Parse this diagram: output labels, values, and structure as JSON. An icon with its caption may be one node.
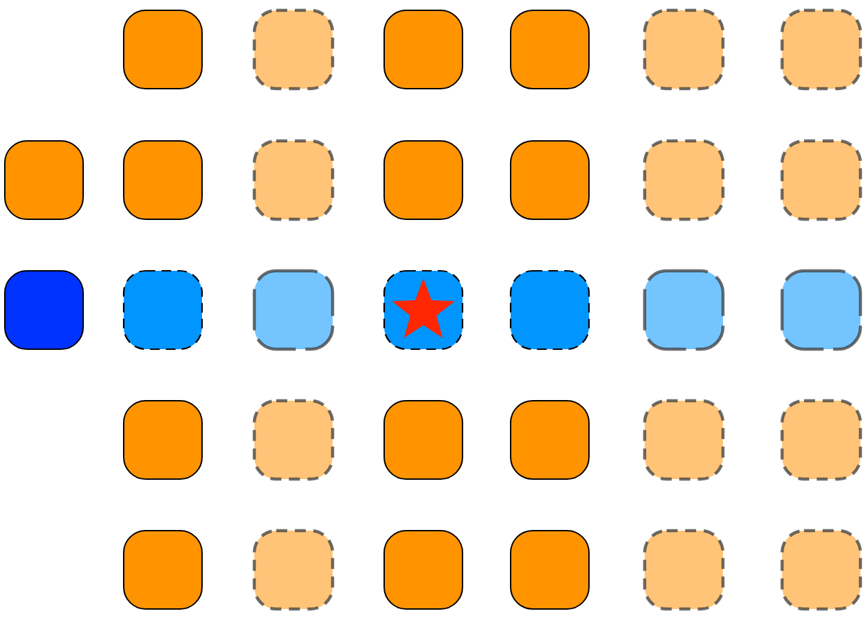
{
  "diagram": {
    "nodes": [
      {
        "text": [],
        "shape": "box"
      },
      {
        "text": [],
        "shape": "box"
      },
      {
        "text": [],
        "shape": "box"
      },
      {
        "text": [],
        "shape": "box"
      },
      {
        "text": [],
        "shape": "box"
      },
      {
        "text": [],
        "shape": "box"
      },
      {
        "text": [],
        "shape": "box"
      },
      {
        "text": [],
        "shape": "box"
      },
      {
        "text": [],
        "shape": "box"
      },
      {
        "text": [],
        "shape": "box"
      },
      {
        "text": [],
        "shape": "box"
      },
      {
        "text": [],
        "shape": "box"
      },
      {
        "text": [],
        "shape": "box"
      },
      {
        "text": [],
        "shape": "box"
      },
      {
        "text": [],
        "shape": "box"
      },
      {
        "text": [],
        "shape": "box"
      },
      {
        "text": [],
        "shape": "box"
      },
      {
        "text": [],
        "shape": "box"
      },
      {
        "text": [],
        "shape": "box"
      },
      {
        "text": [],
        "shape": "box"
      },
      {
        "text": [],
        "shape": "box"
      },
      {
        "text": [],
        "shape": "box"
      },
      {
        "text": [],
        "shape": "box"
      },
      {
        "text": [],
        "shape": "box"
      },
      {
        "text": [],
        "shape": "box"
      },
      {
        "text": [],
        "shape": "box"
      },
      {
        "text": [],
        "shape": "box"
      },
      {
        "text": [],
        "shape": "box"
      },
      {
        "text": [],
        "shape": "box"
      },
      {
        "text": [],
        "shape": "box"
      },
      {
        "text": [],
        "shape": "box"
      },
      {
        "text": [],
        "shape": "box"
      }
    ]
  }
}
